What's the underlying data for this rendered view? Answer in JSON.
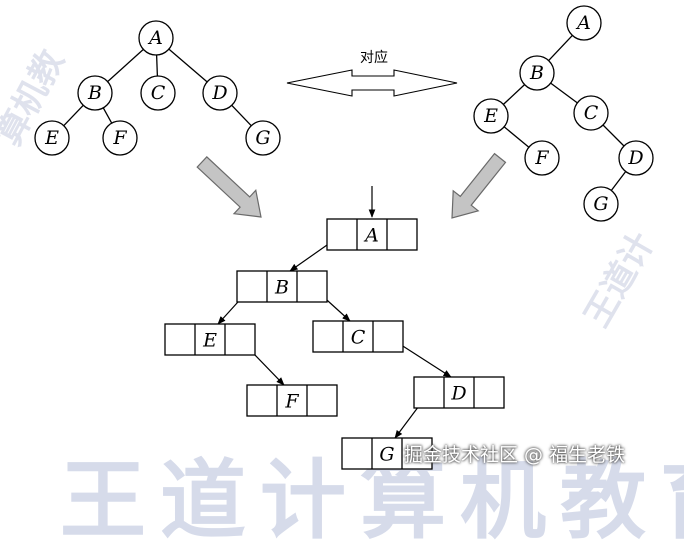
{
  "left_tree": {
    "nodes": [
      {
        "id": "A",
        "label": "A"
      },
      {
        "id": "B",
        "label": "B"
      },
      {
        "id": "C",
        "label": "C"
      },
      {
        "id": "D",
        "label": "D"
      },
      {
        "id": "E",
        "label": "E"
      },
      {
        "id": "F",
        "label": "F"
      },
      {
        "id": "G",
        "label": "G"
      }
    ],
    "edges": [
      [
        "A",
        "B"
      ],
      [
        "A",
        "C"
      ],
      [
        "A",
        "D"
      ],
      [
        "B",
        "E"
      ],
      [
        "B",
        "F"
      ],
      [
        "D",
        "G"
      ]
    ]
  },
  "right_tree": {
    "nodes": [
      {
        "id": "A",
        "label": "A"
      },
      {
        "id": "B",
        "label": "B"
      },
      {
        "id": "C",
        "label": "C"
      },
      {
        "id": "D",
        "label": "D"
      },
      {
        "id": "E",
        "label": "E"
      },
      {
        "id": "F",
        "label": "F"
      },
      {
        "id": "G",
        "label": "G"
      }
    ],
    "edges": [
      [
        "A",
        "B"
      ],
      [
        "B",
        "E"
      ],
      [
        "B",
        "C"
      ],
      [
        "E",
        "F"
      ],
      [
        "C",
        "D"
      ],
      [
        "D",
        "G"
      ]
    ]
  },
  "correspondence_label": "对应",
  "linked_storage": {
    "nodes": [
      {
        "id": "A",
        "label": "A"
      },
      {
        "id": "B",
        "label": "B"
      },
      {
        "id": "E",
        "label": "E"
      },
      {
        "id": "C",
        "label": "C"
      },
      {
        "id": "F",
        "label": "F"
      },
      {
        "id": "D",
        "label": "D"
      },
      {
        "id": "G",
        "label": "G"
      }
    ]
  },
  "watermark": {
    "big_text": "王道计算机教育",
    "left_text": "算机教",
    "right_text": "王道计"
  },
  "credit_text": "掘金技术社区 @ 福生老铁",
  "colors": {
    "line": "#000000",
    "arrow_fill": "#c4c4c4",
    "arrow_stroke": "#6a6a6a",
    "watermark": "#8c96be"
  }
}
